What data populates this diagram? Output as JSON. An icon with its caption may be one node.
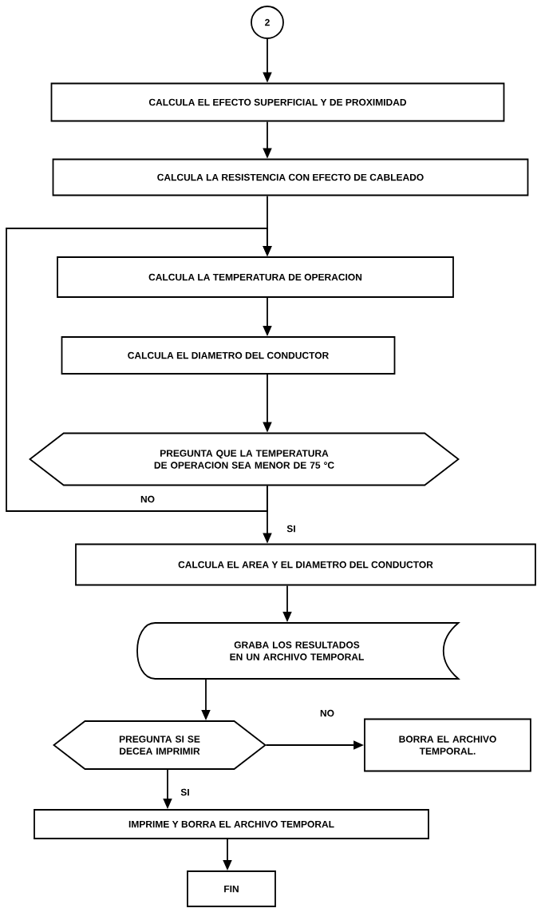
{
  "diagram": {
    "nodes": [
      {
        "text": [
          "2"
        ]
      },
      {
        "text": [
          "CALCULA EL EFECTO SUPERFICIAL Y DE PROXIMIDAD"
        ]
      },
      {
        "text": [
          "CALCULA LA RESISTENCIA CON EFECTO DE CABLEADO"
        ]
      },
      {
        "text": [
          "CALCULA LA TEMPERATURA DE OPERACION"
        ]
      },
      {
        "text": [
          "CALCULA EL DIAMETRO DEL CONDUCTOR"
        ]
      },
      {
        "text": [
          "PREGUNTA QUE LA TEMPERATURA DE OPERACION SEA MENOR DE 75 °C"
        ]
      },
      {
        "text": [
          "CALCULA EL AREA Y EL DIAMETRO DEL CONDUCTOR"
        ]
      },
      {
        "text": [
          "GRABA LOS RESULTADOS EN UN ARCHIVO TEMPORAL"
        ]
      },
      {
        "text": [
          "PREGUNTA SI SE DECEA IMPRIMIR"
        ]
      },
      {
        "text": [
          "BORRA EL ARCHIVO TEMPORAL."
        ]
      },
      {
        "text": [
          "IMPRIME Y BORRA EL ARCHIVO TEMPORAL"
        ]
      },
      {
        "text": [
          "FIN"
        ]
      }
    ],
    "edges": [
      {
        "from": 0,
        "to": 1,
        "arrow": "to"
      },
      {
        "from": 1,
        "to": 2,
        "arrow": "to"
      },
      {
        "from": 2,
        "to": 3,
        "arrow": "to"
      },
      {
        "from": 3,
        "to": 4,
        "arrow": "to"
      },
      {
        "from": 4,
        "to": 5,
        "arrow": "to"
      },
      {
        "from": 5,
        "to": 3,
        "label": "NO",
        "arrow": "to"
      },
      {
        "from": 5,
        "to": 6,
        "label": "SI",
        "arrow": "to"
      },
      {
        "from": 6,
        "to": 7,
        "arrow": "to"
      },
      {
        "from": 7,
        "to": 8,
        "arrow": "to"
      },
      {
        "from": 8,
        "to": 9,
        "label": "NO",
        "arrow": "to"
      },
      {
        "from": 8,
        "to": 10,
        "label": "SI",
        "arrow": "to"
      },
      {
        "from": 10,
        "to": 11,
        "arrow": "to"
      }
    ]
  }
}
